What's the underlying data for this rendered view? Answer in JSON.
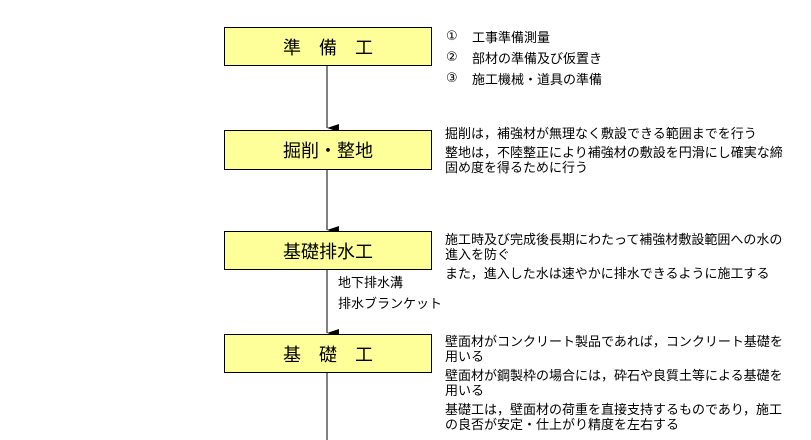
{
  "steps": [
    {
      "label": "準　備　工"
    },
    {
      "label": "掘削・整地"
    },
    {
      "label": "基礎排水工"
    },
    {
      "label": "基　礎　工"
    }
  ],
  "preparation": [
    {
      "num": "①",
      "text": "工事準備測量"
    },
    {
      "num": "②",
      "text": "部材の準備及び仮置き"
    },
    {
      "num": "③",
      "text": "施工機械・道具の準備"
    }
  ],
  "excavation": [
    "掘削は，補強材が無理なく敷設できる範囲までを行う",
    "整地は，不陸整正により補強材の敷設を円滑にし確実な締固め度を得るために行う"
  ],
  "drainage": [
    "施工時及び完成後長期にわたって補強材敷設範囲への水の進入を防ぐ",
    "また，進入した水は速やかに排水できるように施工する"
  ],
  "drainage_notes": [
    "地下排水溝",
    "排水ブランケット"
  ],
  "foundation": [
    "壁面材がコンクリート製品であれば，コンクリート基礎を用いる",
    "壁面材が鋼製枠の場合には，砕石や良質土等による基礎を用いる",
    "基礎工は，壁面材の荷重を直接支持するものであり，施工の良否が安定・仕上がり精度を左右する"
  ],
  "colors": {
    "box_fill": "#ffff99",
    "line": "#000000"
  }
}
